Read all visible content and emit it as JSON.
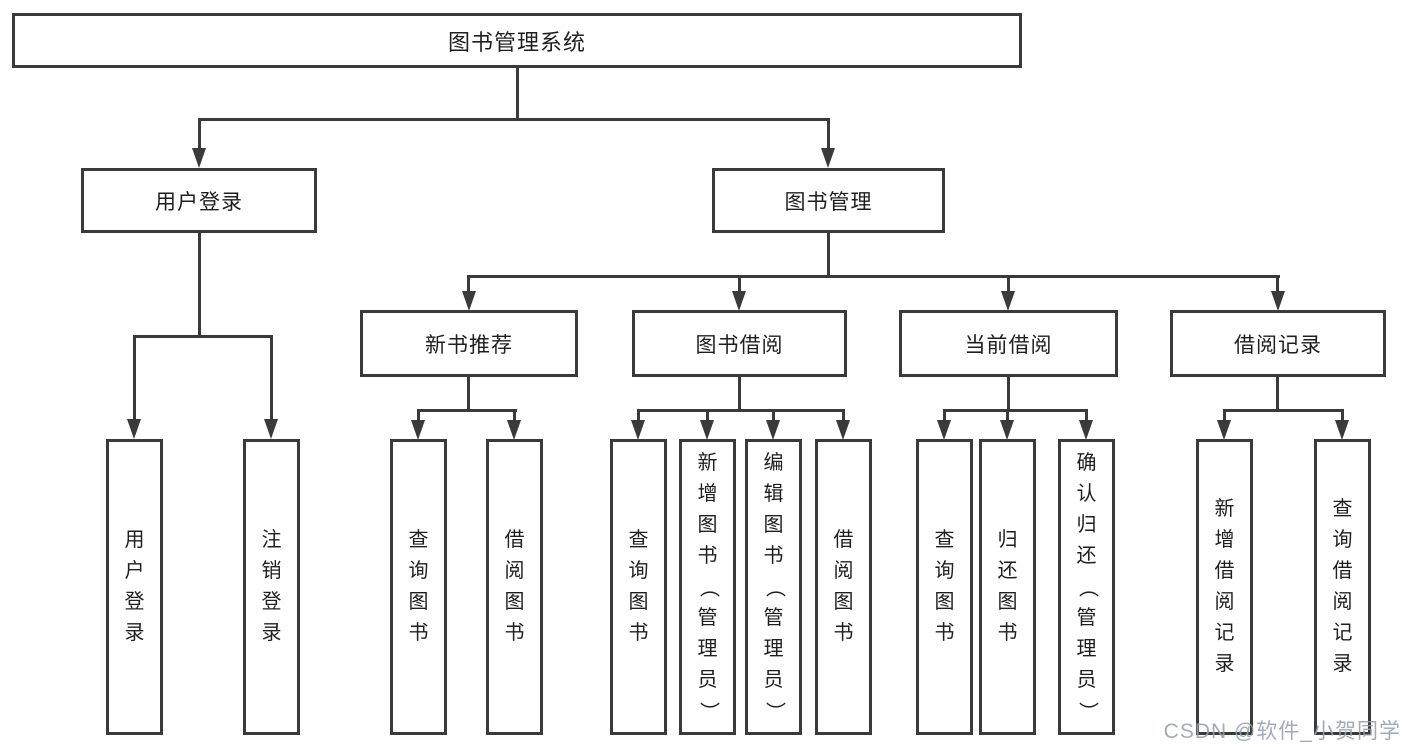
{
  "diagram": {
    "title_node": {
      "label": "图书管理系统"
    },
    "root": {
      "label": "图书管理系统"
    },
    "level2": [
      {
        "id": "user-login",
        "label": "用户登录"
      },
      {
        "id": "book-management",
        "label": "图书管理"
      }
    ],
    "level3": [
      {
        "id": "new-book-recommendation",
        "label": "新书推荐",
        "parent": "图书管理"
      },
      {
        "id": "book-borrowing",
        "label": "图书借阅",
        "parent": "图书管理"
      },
      {
        "id": "current-borrowing",
        "label": "当前借阅",
        "parent": "图书管理"
      },
      {
        "id": "borrowing-records",
        "label": "借阅记录",
        "parent": "图书管理"
      }
    ],
    "leaves": [
      {
        "parent": "用户登录",
        "label": "用户登录"
      },
      {
        "parent": "用户登录",
        "label": "注销登录"
      },
      {
        "parent": "新书推荐",
        "label": "查询图书"
      },
      {
        "parent": "新书推荐",
        "label": "借阅图书"
      },
      {
        "parent": "图书借阅",
        "label": "查询图书"
      },
      {
        "parent": "图书借阅",
        "label": "新增图书（管理员）"
      },
      {
        "parent": "图书借阅",
        "label": "编辑图书（管理员）"
      },
      {
        "parent": "图书借阅",
        "label": "借阅图书"
      },
      {
        "parent": "当前借阅",
        "label": "查询图书"
      },
      {
        "parent": "当前借阅",
        "label": "归还图书"
      },
      {
        "parent": "当前借阅",
        "label": "确认归还（管理员）"
      },
      {
        "parent": "借阅记录",
        "label": "新增借阅记录"
      },
      {
        "parent": "借阅记录",
        "label": "查询借阅记录"
      }
    ],
    "watermark": "CSDN @软件_小贺同学",
    "colors": {
      "line": "#3a3a3a",
      "text": "#1f1f1f",
      "watermark": "#98a0aa",
      "background": "#ffffff"
    }
  }
}
